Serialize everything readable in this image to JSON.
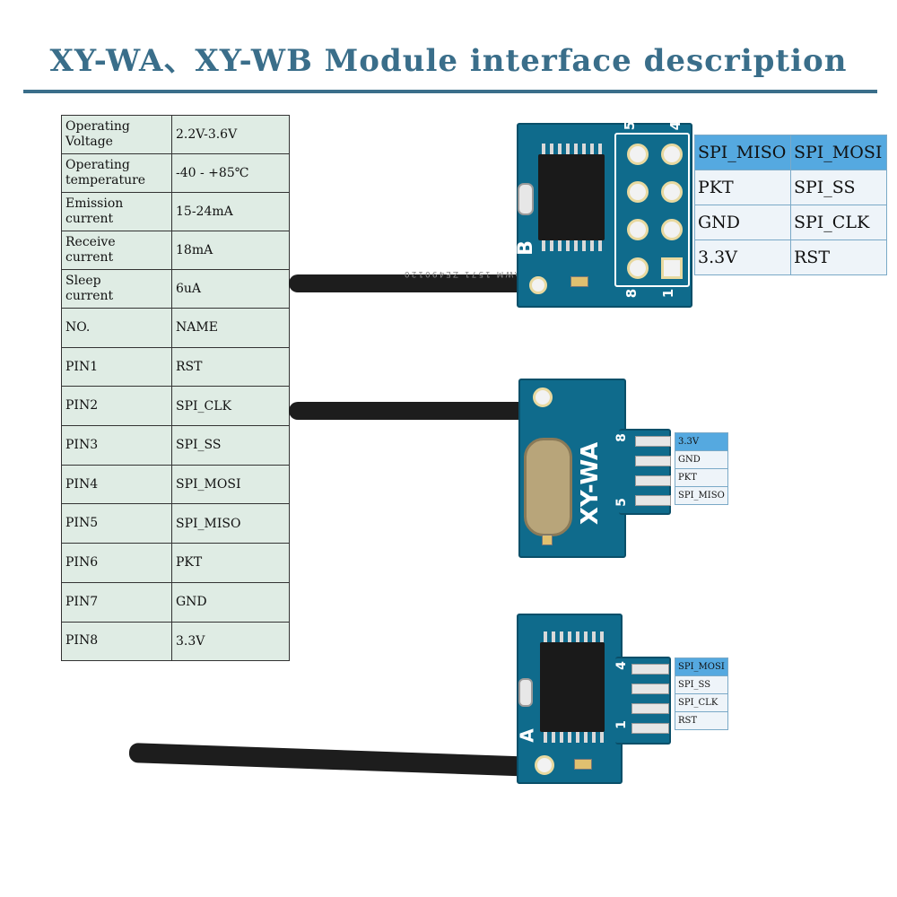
{
  "title": "XY-WA、XY-WB Module interface description",
  "specs": [
    {
      "label": "Operating\nVoltage",
      "value": "2.2V-3.6V"
    },
    {
      "label": "Operating\ntemperature",
      "value": "-40 - +85℃"
    },
    {
      "label": "Emission\ncurrent",
      "value": "15-24mA"
    },
    {
      "label": "Receive\ncurrent",
      "value": "18mA"
    },
    {
      "label": "Sleep\ncurrent",
      "value": "6uA"
    },
    {
      "label": "NO.",
      "value": "NAME"
    },
    {
      "label": "PIN1",
      "value": "RST"
    },
    {
      "label": "PIN2",
      "value": "SPI_CLK"
    },
    {
      "label": "PIN3",
      "value": "SPI_SS"
    },
    {
      "label": "PIN4",
      "value": "SPI_MOSI"
    },
    {
      "label": "PIN5",
      "value": "SPI_MISO"
    },
    {
      "label": "PIN6",
      "value": "PKT"
    },
    {
      "label": "PIN7",
      "value": "GND"
    },
    {
      "label": "PIN8",
      "value": "3.3V"
    }
  ],
  "module_b": {
    "silk_b": "B",
    "silk_5": "5",
    "silk_4": "4",
    "silk_8": "8",
    "silk_1": "1",
    "cable_text": "AWM 1571 ZE490120",
    "pins": [
      [
        "SPI_MISO",
        "SPI_MOSI"
      ],
      [
        "PKT",
        "SPI_SS"
      ],
      [
        "GND",
        "SPI_CLK"
      ],
      [
        "3.3V",
        "RST"
      ]
    ]
  },
  "module_wa": {
    "silk_name": "XY-WA",
    "silk_8": "8",
    "silk_5": "5",
    "pins": [
      "3.3V",
      "GND",
      "PKT",
      "SPI_MISO"
    ]
  },
  "module_a": {
    "silk_a": "A",
    "silk_4": "4",
    "silk_1": "1",
    "pins": [
      "SPI_MOSI",
      "SPI_SS",
      "SPI_CLK",
      "RST"
    ]
  },
  "colors": {
    "title": "#3a6e8a",
    "pcb": "#0f6b8c",
    "table_bg": "#dfece4",
    "pin_highlight": "#55a9e0"
  }
}
